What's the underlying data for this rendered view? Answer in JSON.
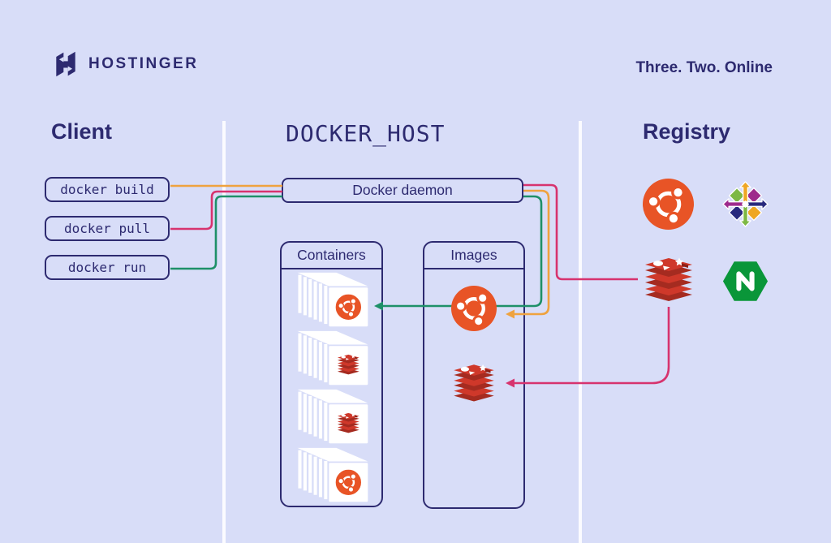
{
  "header": {
    "brand": "HOSTINGER",
    "tagline": "Three. Two. Online"
  },
  "columns": {
    "client": "Client",
    "docker_host": "DOCKER_HOST",
    "registry": "Registry"
  },
  "client": {
    "commands": [
      "docker build",
      "docker pull",
      "docker run"
    ]
  },
  "docker_host": {
    "daemon_label": "Docker daemon",
    "containers_label": "Containers",
    "images_label": "Images",
    "containers": [
      "ubuntu",
      "redis",
      "redis",
      "ubuntu"
    ],
    "images": [
      "ubuntu",
      "redis"
    ]
  },
  "registry": {
    "logos": [
      "ubuntu",
      "centos",
      "redis",
      "nginx"
    ]
  },
  "flows": [
    {
      "from": "docker build",
      "to": "Docker daemon",
      "color": "orange"
    },
    {
      "from": "docker pull",
      "to": "Docker daemon",
      "color": "pink"
    },
    {
      "from": "docker run",
      "to": "Docker daemon",
      "color": "green"
    },
    {
      "from": "Docker daemon",
      "to": "registry redis",
      "color": "pink"
    },
    {
      "from": "registry redis",
      "to": "images redis",
      "color": "pink"
    },
    {
      "from": "Docker daemon",
      "to": "images ubuntu",
      "color": "orange"
    },
    {
      "from": "Docker daemon",
      "to": "containers ubuntu via images ubuntu",
      "color": "green"
    }
  ],
  "colors": {
    "background": "#d8ddf8",
    "ink": "#2d2a70",
    "flow_build_orange": "#efa23f",
    "flow_pull_pink": "#d7336e",
    "flow_run_green": "#1e9068",
    "ubuntu_orange": "#e85426",
    "redis_red": "#cf382a",
    "redis_dark": "#a52b20",
    "nginx_green": "#0a9639",
    "centos_green": "#7db843",
    "centos_magenta": "#9e2a8c",
    "centos_navy": "#28297d",
    "centos_orange": "#efa724",
    "divider_white": "#ffffff"
  }
}
